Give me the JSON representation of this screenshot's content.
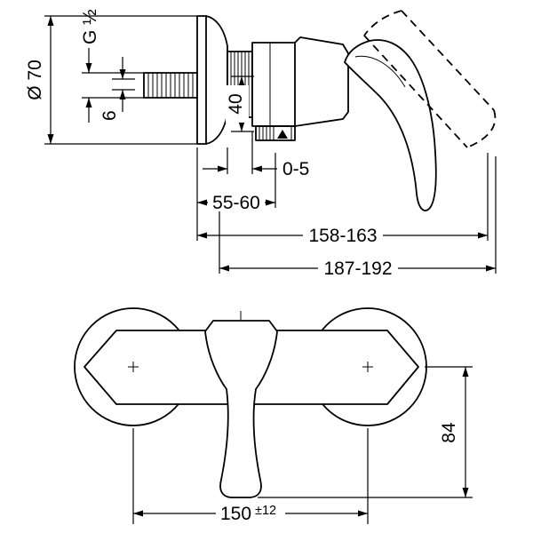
{
  "colors": {
    "line": "#000000",
    "background": "#ffffff"
  },
  "side_view": {
    "thread_label": "G ½",
    "diameter_label": "Ø 70",
    "wall_thickness_label": "6",
    "body_height_label": "40",
    "adjust_range_label": "0-5",
    "wall_distance_label": "55-60",
    "reach_inner_label": "158-163",
    "reach_outer_label": "187-192"
  },
  "front_view": {
    "handle_height_label": "84",
    "center_distance_label": "150",
    "center_distance_tolerance_label": "±12"
  }
}
